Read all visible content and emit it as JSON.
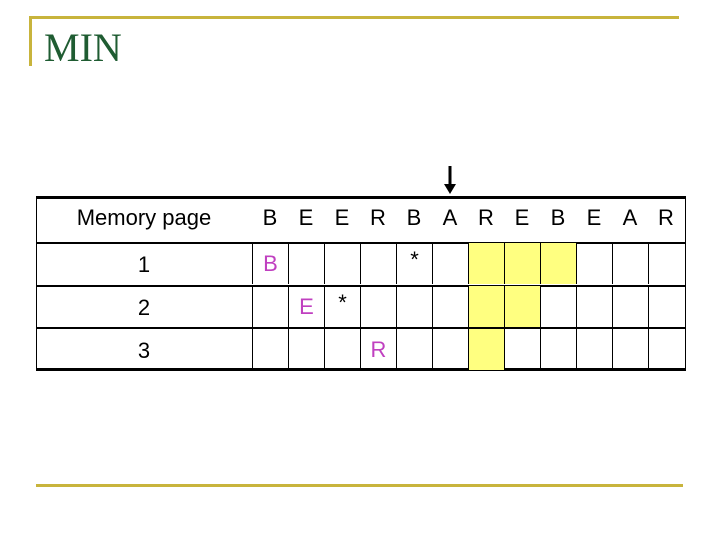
{
  "slide": {
    "title": "MIN"
  },
  "table": {
    "header_label": "Memory page",
    "sequence": [
      "B",
      "E",
      "E",
      "R",
      "B",
      "A",
      "R",
      "E",
      "B",
      "E",
      "A",
      "R"
    ],
    "current_position_index": 5,
    "highlight_color": "#ffff80",
    "page_text_color": "#c040c0",
    "rows": [
      {
        "label": "1",
        "cells": [
          "B",
          "",
          "",
          "",
          "*",
          "",
          "",
          "",
          "",
          "",
          "",
          ""
        ],
        "highlighted": [
          false,
          false,
          false,
          false,
          false,
          false,
          true,
          true,
          true,
          false,
          false,
          false
        ]
      },
      {
        "label": "2",
        "cells": [
          "",
          "E",
          "*",
          "",
          "",
          "",
          "",
          "",
          "",
          "",
          "",
          ""
        ],
        "highlighted": [
          false,
          false,
          false,
          false,
          false,
          false,
          true,
          true,
          false,
          false,
          false,
          false
        ]
      },
      {
        "label": "3",
        "cells": [
          "",
          "",
          "",
          "R",
          "",
          "",
          "",
          "",
          "",
          "",
          "",
          ""
        ],
        "highlighted": [
          false,
          false,
          false,
          false,
          false,
          false,
          true,
          false,
          false,
          false,
          false,
          false
        ]
      }
    ]
  }
}
